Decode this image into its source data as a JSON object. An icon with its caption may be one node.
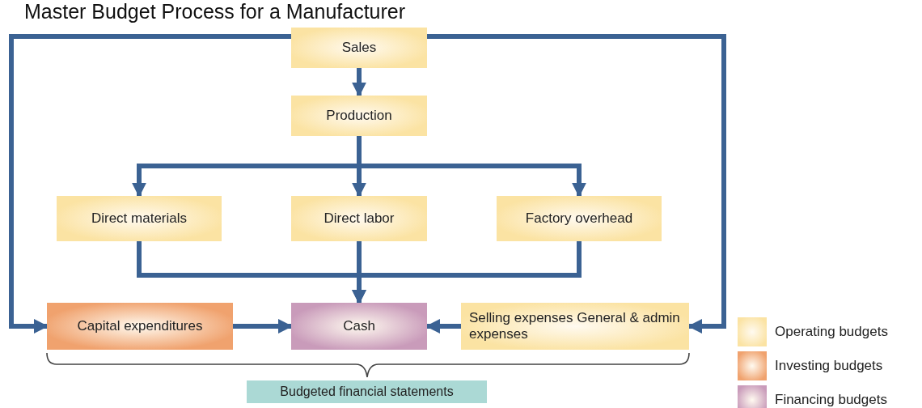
{
  "diagram": {
    "title": "Master Budget Process for a Manufacturer",
    "nodes": [
      {
        "text": [
          "Sales"
        ]
      },
      {
        "text": [
          "Production"
        ]
      },
      {
        "text": [
          "Direct materials"
        ]
      },
      {
        "text": [
          "Direct labor"
        ]
      },
      {
        "text": [
          "Factory overhead"
        ]
      },
      {
        "text": [
          "Capital expenditures"
        ]
      },
      {
        "text": [
          "Cash"
        ]
      },
      {
        "text": [
          "Selling expenses General & admin expenses"
        ]
      },
      {
        "text": [
          "Budgeted financial statements"
        ]
      }
    ],
    "edges": [
      {
        "from": 0,
        "to": 1,
        "arrow": "to"
      },
      {
        "from": 1,
        "to": 2,
        "arrow": "to"
      },
      {
        "from": 1,
        "to": 3,
        "arrow": "to"
      },
      {
        "from": 1,
        "to": 4,
        "arrow": "to"
      },
      {
        "from": 2,
        "to": 6,
        "arrow": "to"
      },
      {
        "from": 3,
        "to": 6,
        "arrow": "to"
      },
      {
        "from": 4,
        "to": 6,
        "arrow": "to"
      },
      {
        "from": 0,
        "to": 5,
        "arrow": "to"
      },
      {
        "from": 0,
        "to": 7,
        "arrow": "to"
      },
      {
        "from": 5,
        "to": 6,
        "arrow": "to"
      },
      {
        "from": 7,
        "to": 6,
        "arrow": "to"
      }
    ],
    "legend": [
      {
        "text": "Operating budgets",
        "color": "#fbe3a3"
      },
      {
        "text": "Investing budgets",
        "color": "#f0a26e"
      },
      {
        "text": "Financing budgets",
        "color": "#c99bba"
      }
    ]
  }
}
